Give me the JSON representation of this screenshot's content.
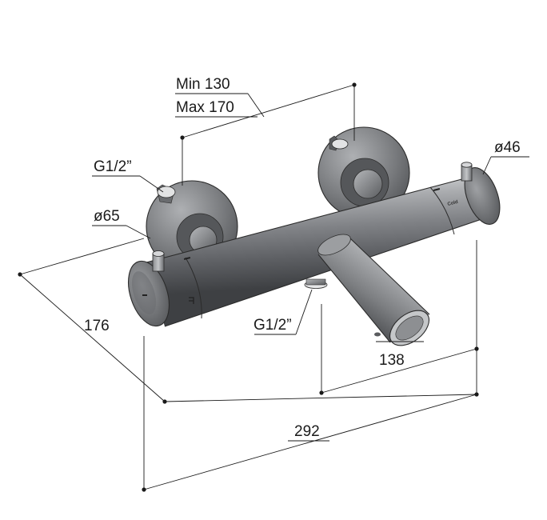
{
  "dimensions": {
    "distance_min": "Min 130",
    "distance_max": "Max 170",
    "inlet_thread_left": "G1/2”",
    "flange_diameter": "ø65",
    "body_diameter": "ø46",
    "depth": "176",
    "outlet_thread": "G1/2”",
    "spout_offset": "138",
    "overall_length": "292"
  },
  "product_marks": {
    "cold_label": "Cold"
  }
}
